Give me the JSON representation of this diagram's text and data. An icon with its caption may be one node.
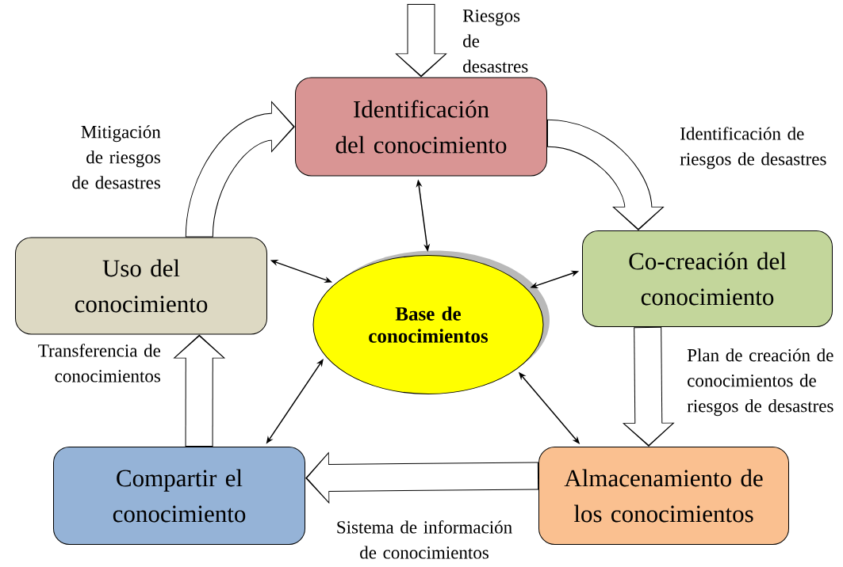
{
  "diagram": {
    "nodes": [
      {
        "text": [
          "Identificación del conocimiento"
        ]
      },
      {
        "text": [
          "Uso del conocimiento"
        ]
      },
      {
        "text": [
          "Base de conocimientos"
        ]
      },
      {
        "text": [
          "Co-creación del conocimiento"
        ]
      },
      {
        "text": [
          "Compartir el conocimiento"
        ]
      },
      {
        "text": [
          "Almacenamiento de los conocimientos"
        ]
      }
    ],
    "edges": [
      {
        "from": null,
        "to": 0,
        "arrow": "to",
        "label": "Riesgos de desastres"
      },
      {
        "from": 0,
        "to": 3,
        "arrow": "to",
        "label": "Identificación de riesgos de desastres"
      },
      {
        "from": 3,
        "to": 5,
        "arrow": "to",
        "label": "Plan de creación de conocimientos de riesgos de desastres"
      },
      {
        "from": 5,
        "to": 4,
        "arrow": "to",
        "label": "Sistema de información de conocimientos"
      },
      {
        "from": 4,
        "to": 1,
        "arrow": "to",
        "label": "Transferencia de conocimientos"
      },
      {
        "from": 1,
        "to": 0,
        "arrow": "to",
        "label": "Mitigación de riesgos de desastres"
      },
      {
        "from": 2,
        "to": 0,
        "arrow": "both"
      },
      {
        "from": 2,
        "to": 1,
        "arrow": "both"
      },
      {
        "from": 2,
        "to": 3,
        "arrow": "both"
      },
      {
        "from": 2,
        "to": 4,
        "arrow": "both"
      },
      {
        "from": 2,
        "to": 5,
        "arrow": "both"
      }
    ]
  }
}
